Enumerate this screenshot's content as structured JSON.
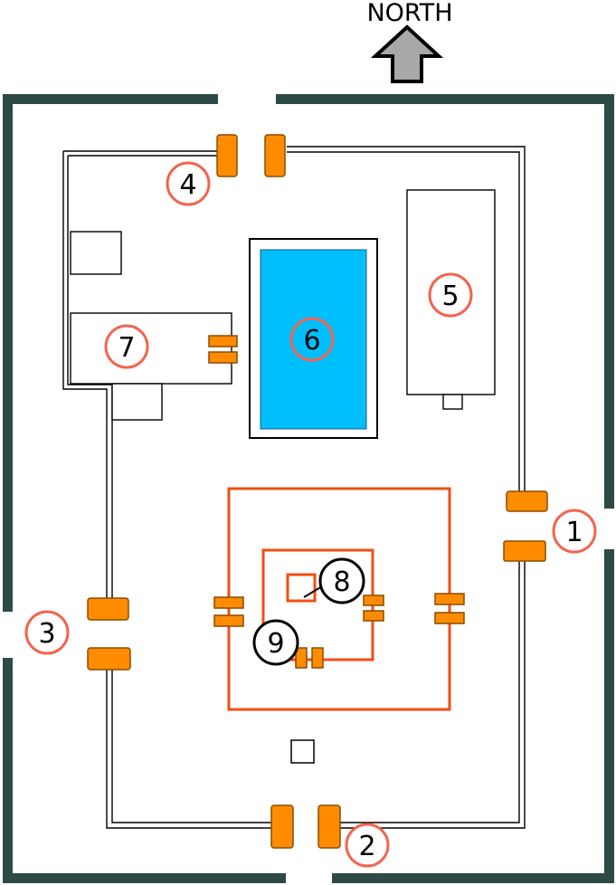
{
  "compass": {
    "label": "NORTH",
    "arrow_icon": "up-arrow-icon"
  },
  "labels": {
    "l1": "1",
    "l2": "2",
    "l3": "3",
    "l4": "4",
    "l5": "5",
    "l6": "6",
    "l7": "7",
    "l8": "8",
    "l9": "9"
  },
  "colors": {
    "outer_wall": "#2e4a47",
    "door": "#ff8c00",
    "door_outline": "#8a4b00",
    "label_ring": "#f26550",
    "inner_ring": "#000000",
    "courtyard_line": "#f04e12",
    "pool": "#00bfff",
    "arrow_fill": "#a8a8a8"
  }
}
